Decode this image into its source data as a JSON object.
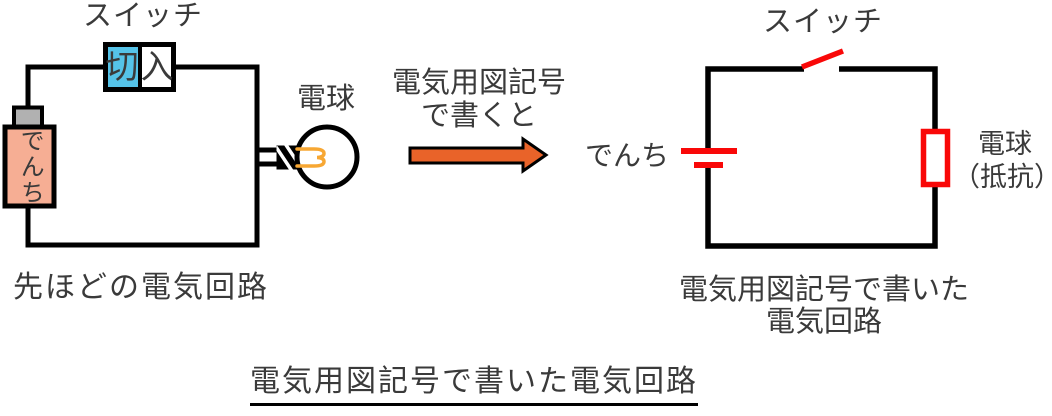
{
  "colors": {
    "switch_cyan": "#55C3E8",
    "battery_salmon": "#F6AE94",
    "battery_cap_gray": "#B1B1B1",
    "filament_orange": "#F7A733",
    "arrow_orange": "#E96329",
    "symbol_red": "#F90808",
    "wire_black": "#000000",
    "text_gray": "#3A3A3A"
  },
  "left_panel": {
    "switch_label": "スイッチ",
    "switch_off": "切",
    "switch_on": "入",
    "battery_label": "でんち",
    "bulb_label": "電球",
    "caption": "先ほどの電気回路"
  },
  "middle": {
    "line1": "電気用図記号",
    "line2": "で書くと"
  },
  "right_panel": {
    "switch_label": "スイッチ",
    "battery_label": "でんち",
    "bulb_label_line1": "電球",
    "bulb_label_line2": "（抵抗）",
    "caption_line1": "電気用図記号で書いた",
    "caption_line2": "電気回路"
  },
  "title": "電気用図記号で書いた電気回路"
}
